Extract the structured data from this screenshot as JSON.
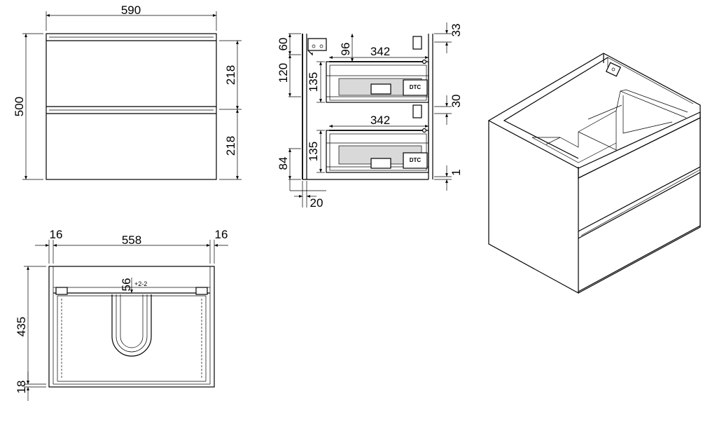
{
  "front_view": {
    "width": "590",
    "height": "500",
    "drawer_top": "218",
    "drawer_bottom": "218"
  },
  "section_view": {
    "dim_60": "60",
    "dim_120": "120",
    "dim_96": "96",
    "dim_342_top": "342",
    "dim_342_bottom": "342",
    "dim_135_top": "135",
    "dim_135_bottom": "135",
    "dim_84": "84",
    "dim_33": "33",
    "dim_30": "30",
    "dim_1": "1",
    "dim_20": "20",
    "runner_logo_top": "DTC",
    "runner_logo_bottom": "DTC"
  },
  "top_view": {
    "side_left": "16",
    "inner_width": "558",
    "side_right": "16",
    "depth": "435",
    "back": "18",
    "cutout": "56",
    "tolerance": "+2-2"
  }
}
